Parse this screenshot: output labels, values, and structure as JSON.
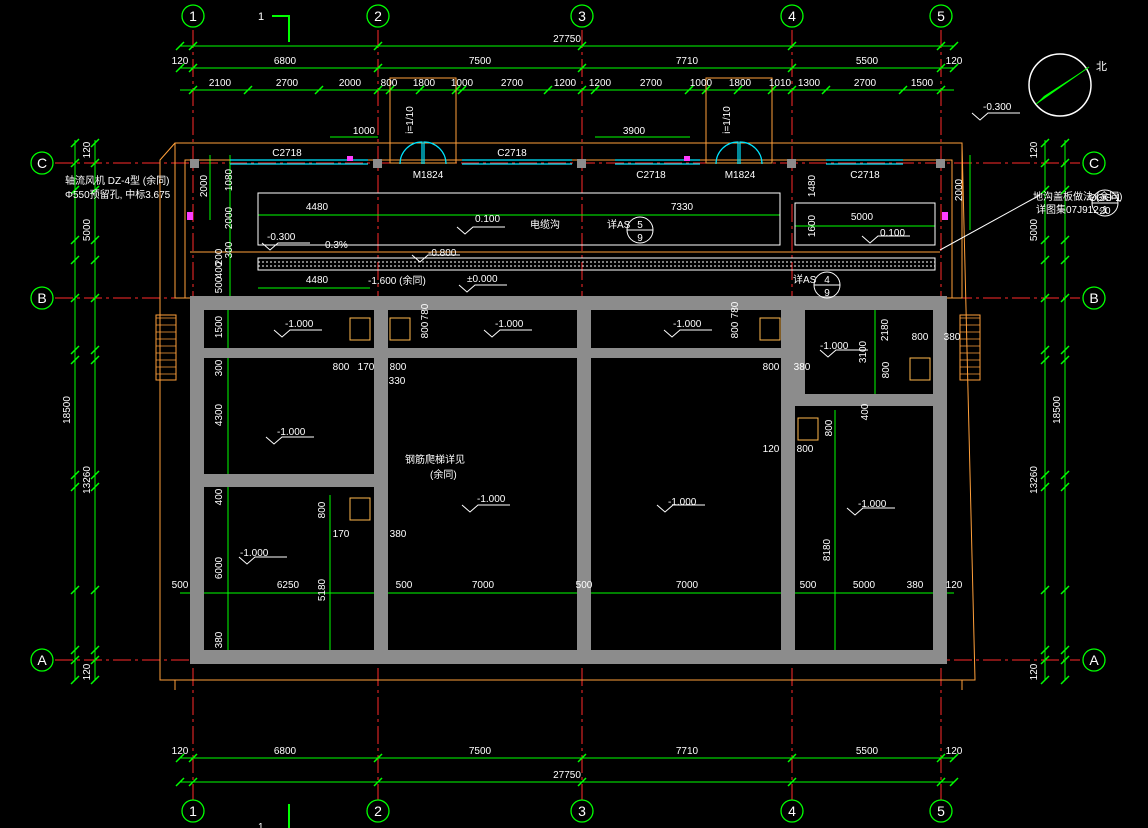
{
  "colors": {
    "background": "#000000",
    "axis_line": "#ff2a2a",
    "dimension": "#00ff00",
    "wall": "#ff9f3a",
    "concrete": "#8c8c8c",
    "window": "#00e5ff",
    "door": "#00e5ff",
    "text": "#ffffff",
    "axis_bubble": "#00ff00",
    "magenta": "#ff3dff"
  },
  "axes_vertical": [
    "1",
    "2",
    "3",
    "4",
    "5"
  ],
  "axes_horizontal": [
    "C",
    "B",
    "A"
  ],
  "section_mark": "1",
  "north_label": "北",
  "overall_length": "27750",
  "overall_width": "18500",
  "top_bay_dims": [
    "120",
    "6800",
    "7500",
    "7710",
    "5500",
    "120"
  ],
  "top_detail_dims": [
    "2100",
    "2700",
    "2000",
    "800",
    "1800",
    "1000",
    "2700",
    "1200",
    "1200",
    "2700",
    "1000",
    "1800",
    "1010",
    "1300",
    "2700",
    "1500"
  ],
  "bottom_bay_dims": [
    "120",
    "6800",
    "7500",
    "7710",
    "5500",
    "120"
  ],
  "left_dims": [
    "120",
    "1080",
    "2000",
    "2000",
    "300",
    "200",
    "400",
    "500",
    "5000",
    "1500",
    "300",
    "4300",
    "400",
    "6000",
    "380",
    "120",
    "18500",
    "13260"
  ],
  "right_dims": [
    "120",
    "1480",
    "1600",
    "2000",
    "5000",
    "18500",
    "13260",
    "120"
  ],
  "windows": [
    "C2718",
    "C2718",
    "C2718",
    "C2718"
  ],
  "doors": [
    "M1824",
    "M1824"
  ],
  "slope_labels": [
    "i=1/10",
    "i=1/10"
  ],
  "levels": {
    "corridor": "0.100",
    "corridor_right": "0.100",
    "outside_right": "-0.300",
    "outside_left": "-0.300",
    "trench": "-0.800",
    "top_level": "-1.600 (余同)",
    "zero": "±0.000",
    "tank": "-1.000",
    "slope_pct": "0.3%"
  },
  "corridor_dims": [
    "4480",
    "7330",
    "5000",
    "1000",
    "3900",
    "4480"
  ],
  "cable_trench": "电缆沟",
  "detail_ref_1": {
    "prefix": "详AS",
    "top": "5",
    "bottom": "9"
  },
  "detail_ref_2": {
    "prefix": "详AS",
    "top": "4",
    "bottom": "9"
  },
  "detail_ref_3": {
    "top": "ΘΘΘ-1",
    "bottom": "20"
  },
  "note_left_1": "轴流风机 DZ-4型 (余同)",
  "note_left_2": "Φ550预留孔, 中标3.675",
  "note_right_1": "地沟盖板做法 (余同)",
  "note_right_2": "详图集07J912-1",
  "note_ladder_1": "钢筋爬梯详见",
  "note_ladder_2": "(余同)",
  "inner_dims": [
    "800",
    "170",
    "800",
    "330",
    "800",
    "780",
    "800",
    "780",
    "800",
    "380",
    "2180",
    "800",
    "380",
    "3100",
    "800",
    "400",
    "120",
    "800",
    "800",
    "800",
    "170",
    "380"
  ],
  "bottom_inner_dims": [
    "500",
    "6250",
    "500",
    "7000",
    "500",
    "7000",
    "500",
    "5000",
    "380",
    "120",
    "5180",
    "8180"
  ],
  "section_tick": "1"
}
